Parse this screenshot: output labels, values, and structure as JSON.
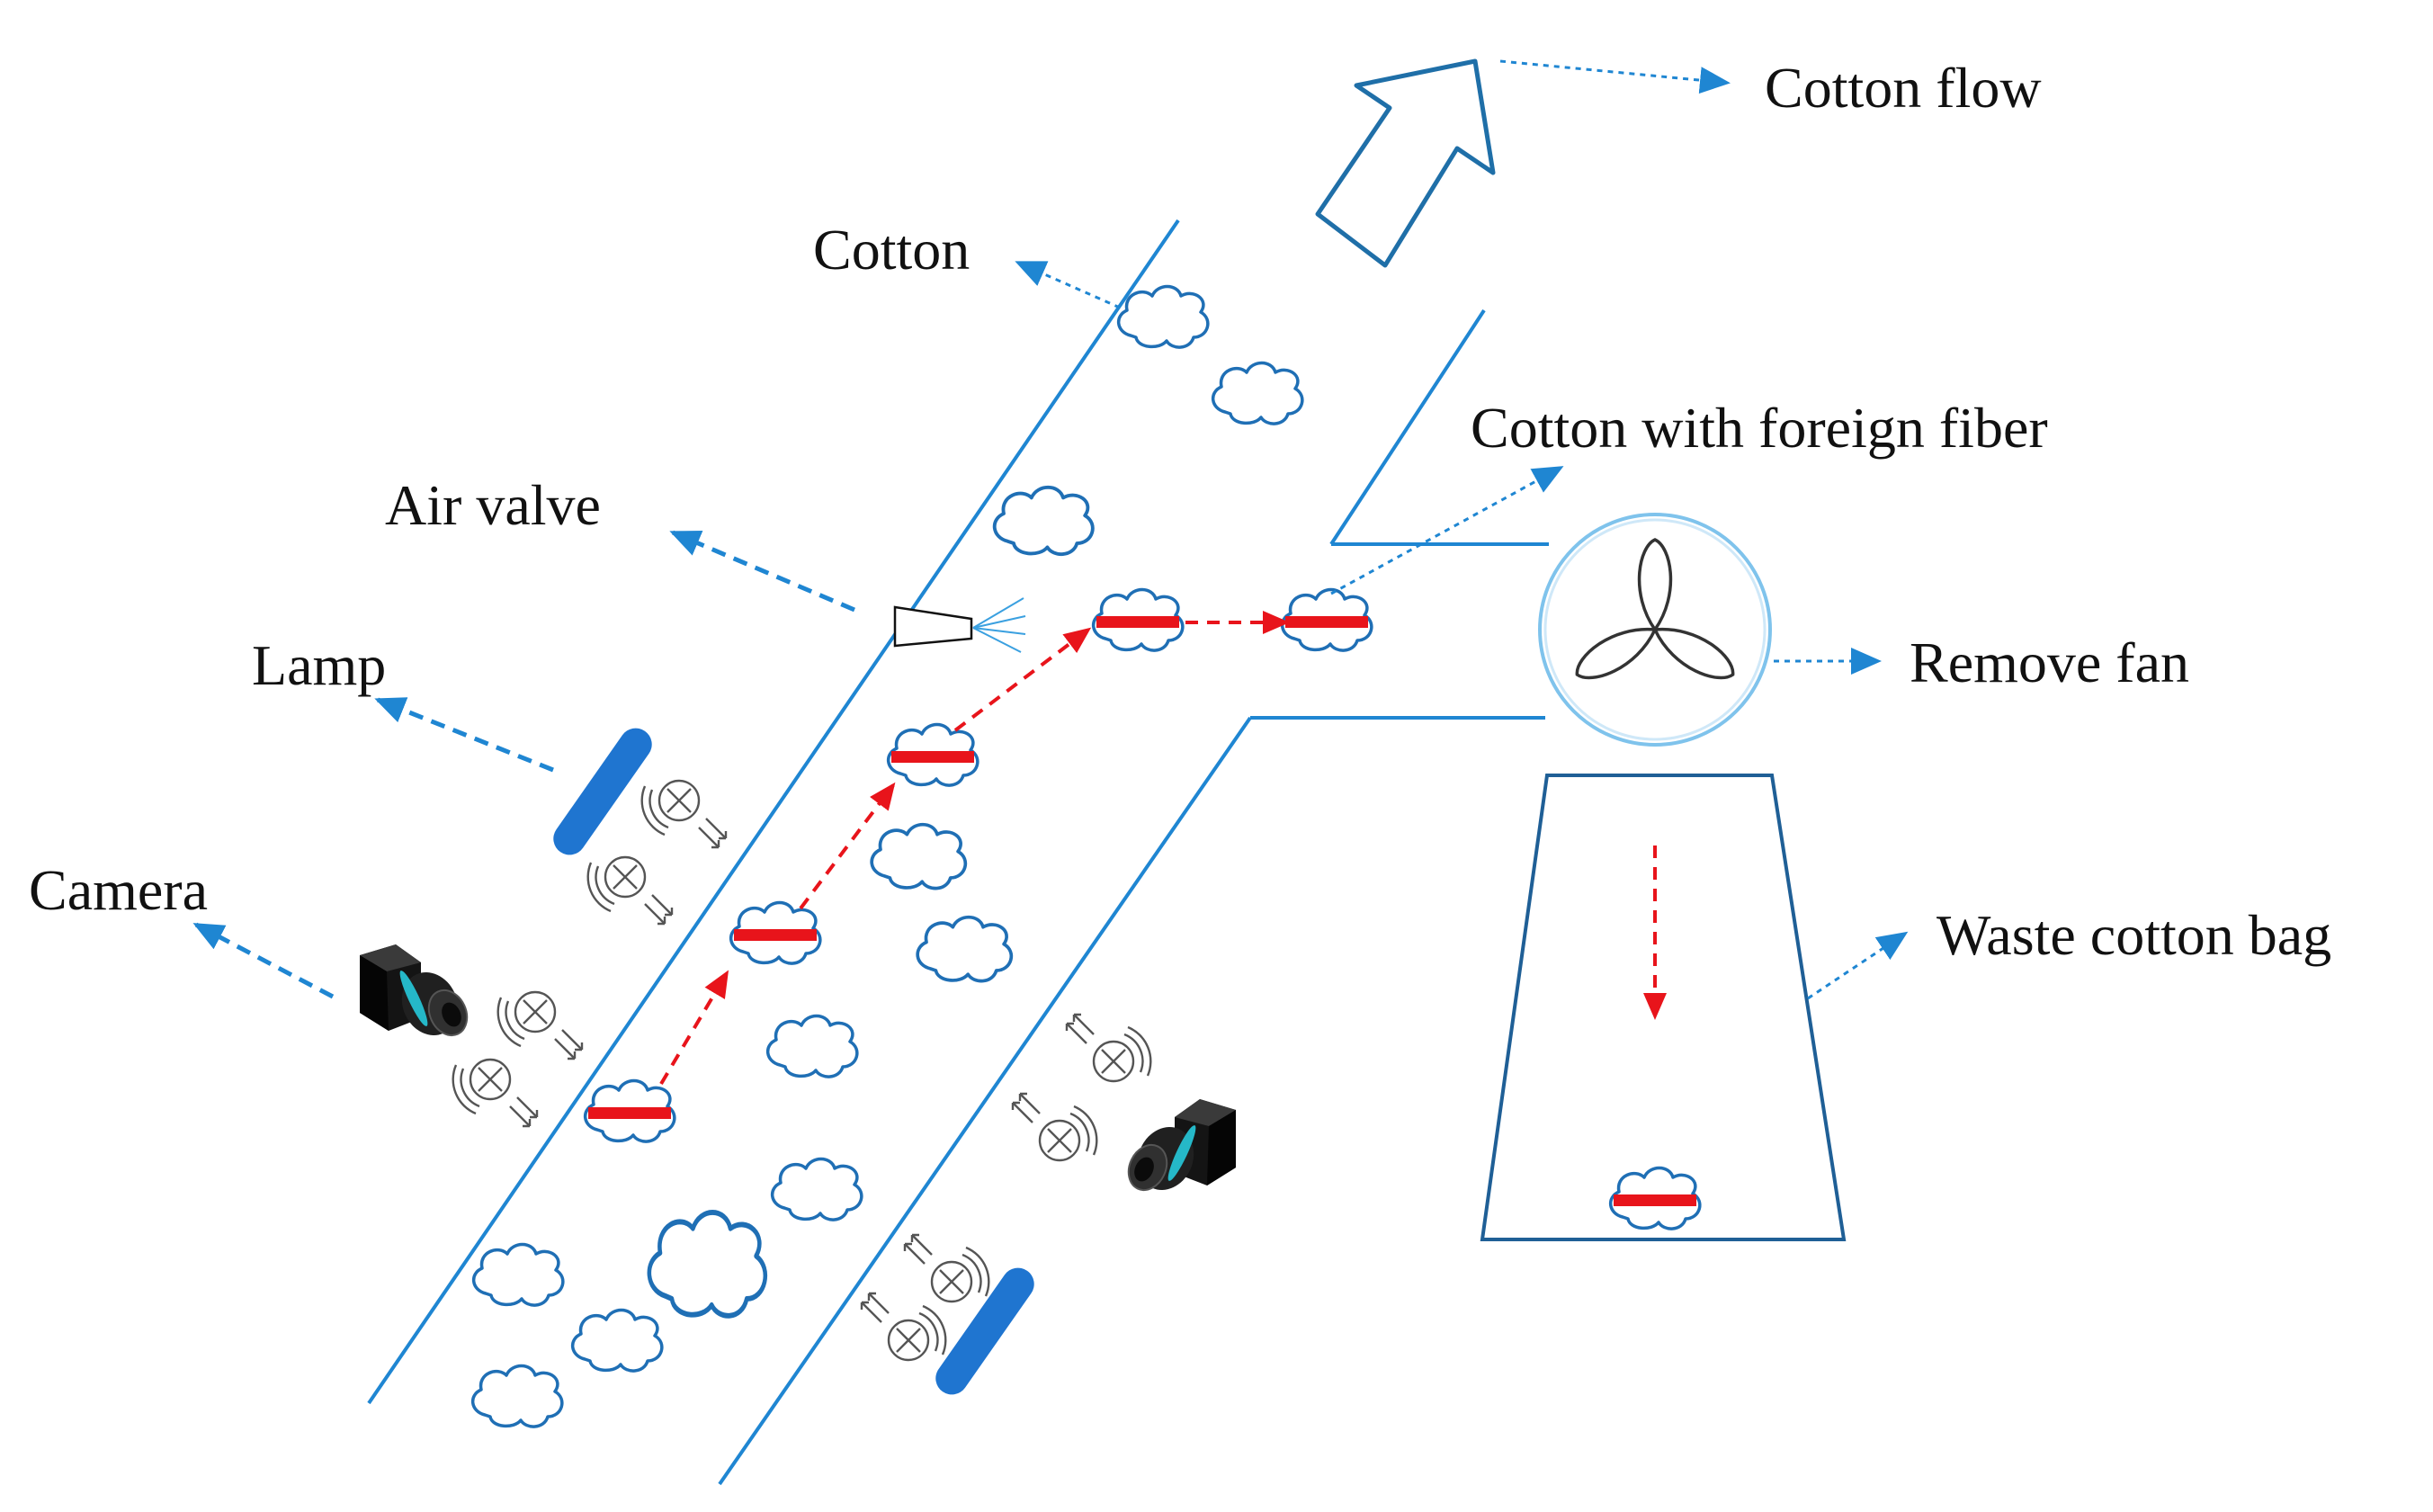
{
  "labels": {
    "cotton_flow": "Cotton flow",
    "cotton": "Cotton",
    "cotton_with_foreign_fiber": "Cotton with foreign fiber",
    "air_valve": "Air valve",
    "lamp": "Lamp",
    "remove_fan": "Remove fan",
    "camera": "Camera",
    "waste_cotton_bag": "Waste cotton bag"
  },
  "colors": {
    "channel": "#1f86d2",
    "leader": "#1f86d2",
    "foreign_fiber": "#e8141b",
    "trajectory": "#e8141b",
    "lamp": "#1f75d0",
    "text": "#111111"
  },
  "icons": [
    "cotton-tuft-icon",
    "camera-icon",
    "lamp-icon",
    "air-valve-icon",
    "fan-icon",
    "flow-arrow-icon",
    "light-source-icon"
  ]
}
